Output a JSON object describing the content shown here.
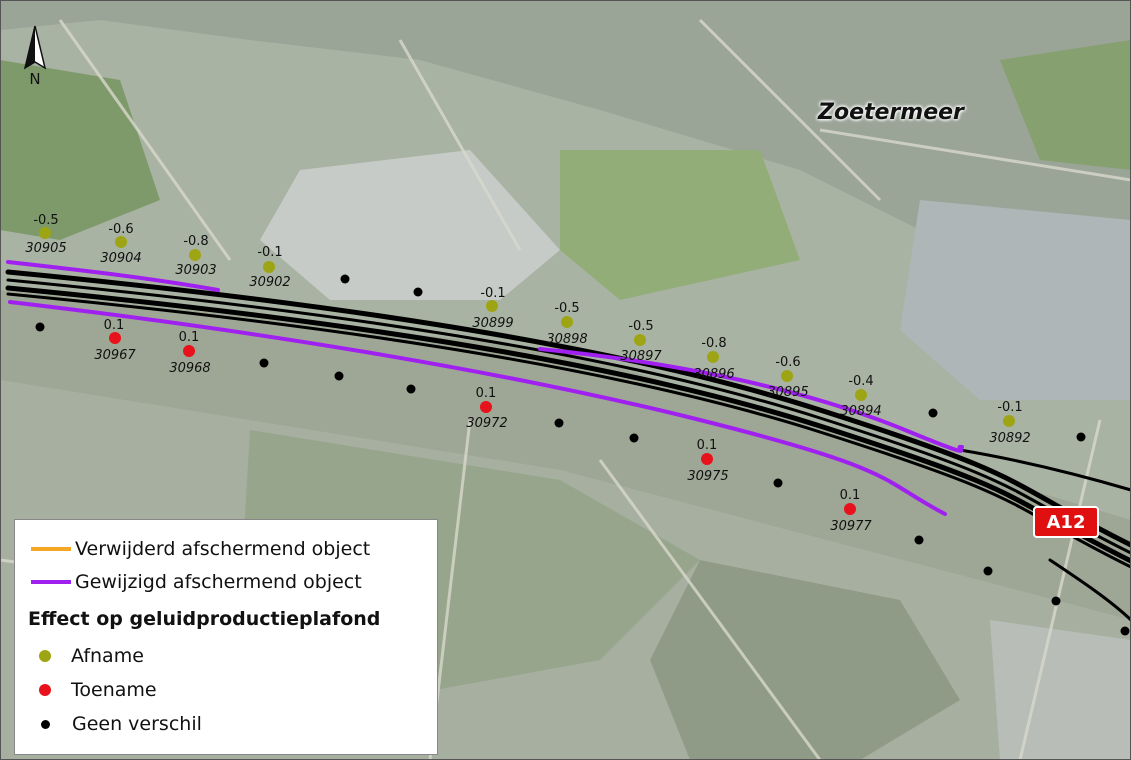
{
  "map": {
    "city_label": "Zoetermeer",
    "road_shield": "A12",
    "north_label": "N",
    "colors": {
      "removed": "#f5a623",
      "modified": "#a020f0",
      "afname": "#9ea514",
      "toename": "#e8121c",
      "geen": "#000000"
    }
  },
  "legend": {
    "removed_label": "Verwijderd afschermend object",
    "modified_label": "Gewijzigd afschermend object",
    "title": "Effect op geluidproductieplafond",
    "afname_label": "Afname",
    "toename_label": "Toename",
    "geen_label": "Geen verschil"
  },
  "points": {
    "afname": [
      {
        "id": "30905",
        "value": "-0.5"
      },
      {
        "id": "30904",
        "value": "-0.6"
      },
      {
        "id": "30903",
        "value": "-0.8"
      },
      {
        "id": "30902",
        "value": "-0.1"
      },
      {
        "id": "30899",
        "value": "-0.1"
      },
      {
        "id": "30898",
        "value": "-0.5"
      },
      {
        "id": "30897",
        "value": "-0.5"
      },
      {
        "id": "30896",
        "value": "-0.8"
      },
      {
        "id": "30895",
        "value": "-0.6"
      },
      {
        "id": "30894",
        "value": "-0.4"
      },
      {
        "id": "30892",
        "value": "-0.1"
      }
    ],
    "toename": [
      {
        "id": "30967",
        "value": "0.1"
      },
      {
        "id": "30968",
        "value": "0.1"
      },
      {
        "id": "30972",
        "value": "0.1"
      },
      {
        "id": "30975",
        "value": "0.1"
      },
      {
        "id": "30977",
        "value": "0.1"
      }
    ]
  }
}
